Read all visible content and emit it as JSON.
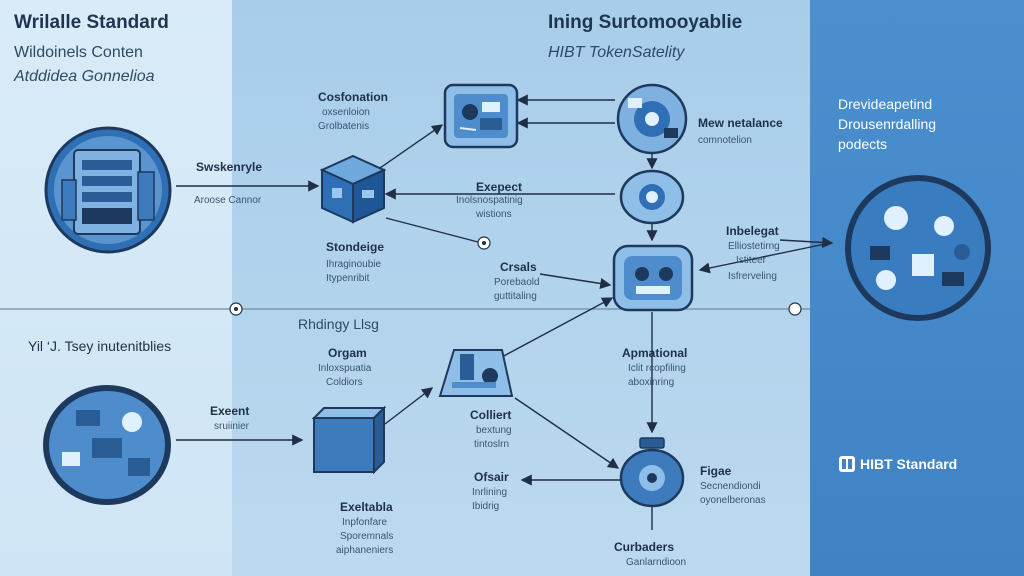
{
  "left_header": {
    "title": "Wrilalle Standard",
    "subtitle_1": "Wildoinels Conten",
    "subtitle_2": "Atddidea Gonnelioa"
  },
  "center_header": {
    "title": "Ining Surtomooyablie",
    "subtitle": "HIBT TokenSatelity"
  },
  "right_panel": {
    "heading_1": "Drevideapetind",
    "heading_2": "Drousenrdalling",
    "heading_3": "podects",
    "footer_label": "HIBT Standard"
  },
  "divider_label": "Rhdingy Llsg",
  "left_section_label": "Yil ‘J. Tsey inutenitblies",
  "nodes": {
    "cube_top": {
      "label": "Swskenryle",
      "caption": "Aroose Cannor"
    },
    "cube_top_title": {
      "label": "Cosfonation",
      "caption_1": "oxsenloion",
      "caption_2": "Grolbatenis"
    },
    "storage": {
      "label": "Stondeige",
      "caption_1": "Ihraginoubie",
      "caption_2": "Itypenribit"
    },
    "expect": {
      "label": "Exepect",
      "caption_1": "Inolsnospatinig",
      "caption_2": "wistions"
    },
    "mew": {
      "label": "Mew netalance",
      "caption": "comnotelion"
    },
    "crsals": {
      "label": "Crsals",
      "caption_1": "Porebaold",
      "caption_2": "guttitaling"
    },
    "inbelegat": {
      "label": "Inbelegat",
      "caption_1": "Elliostetirng",
      "caption_2": "Istiteer",
      "caption_3": "Isfrerveling"
    },
    "orgam": {
      "label": "Orgam",
      "caption_1": "Inloxspuatia",
      "caption_2": "Coldiors"
    },
    "exeent": {
      "label": "Exeent",
      "caption": "sruiinier"
    },
    "colliert": {
      "label": "Colliert",
      "caption_1": "bextung",
      "caption_2": "tintoslrn"
    },
    "apmational": {
      "label": "Apmational",
      "caption_1": "Iclit rcopfiling",
      "caption_2": "aboxinring"
    },
    "ofsair": {
      "label": "Ofsair",
      "caption_1": "Inrlining",
      "caption_2": "Ibidrig"
    },
    "exeltabla": {
      "label": "Exeltabla",
      "caption_1": "Inpfonfare",
      "caption_2": "Sporemnals",
      "caption_3": "aiphaneniers"
    },
    "figae": {
      "label": "Figae",
      "caption_1": "Secnendiondi",
      "caption_2": "oyonelberonas"
    },
    "curbaders": {
      "label": "Curbaders",
      "caption": "Ganlarndioon"
    }
  },
  "colors": {
    "left_panel": "#d9ebf8",
    "middle_panel": "#a8cdea",
    "right_panel": "#4b8fcf",
    "accent_blue": "#2f6fb5",
    "dark_navy": "#1d3550",
    "arrow": "#1f2f45"
  },
  "icons": [
    "server-globe-icon",
    "cube-icon",
    "circuit-box-icon",
    "gear-globe-icon",
    "chip-globe-icon",
    "robot-device-icon",
    "data-globe-icon",
    "component-globe-icon",
    "crate-icon",
    "workbench-icon",
    "vase-globe-icon",
    "target-icon"
  ]
}
